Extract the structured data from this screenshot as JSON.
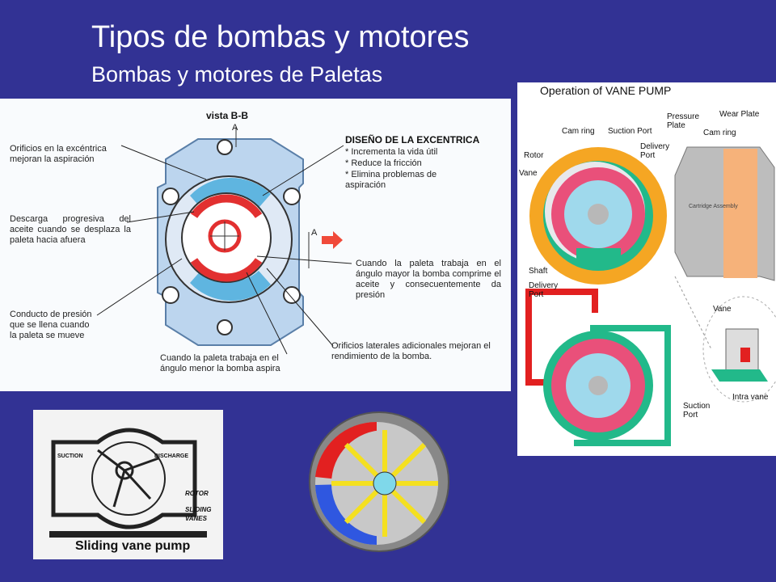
{
  "slide": {
    "title": "Tipos de bombas y motores",
    "subtitle": "Bombas y motores de Paletas"
  },
  "main_diagram": {
    "view_label": "vista B-B",
    "section_mark": "A",
    "section_mark_right": "A",
    "left_labels": [
      "Orificios en la excéntrica mejoran la aspiración",
      "Descarga progresiva del aceite cuando se desplaza la paleta hacia afuera",
      "Conducto de presión que se llena cuando la paleta se mueve"
    ],
    "design_title": "DISEÑO DE LA EXCENTRICA",
    "design_items": [
      "*  Incrementa la vida útil",
      "*  Reduce la fricción",
      "*  Elimina problemas de aspiración"
    ],
    "right_labels": [
      "Cuando la paleta trabaja en el ángulo mayor la bomba comprime el aceite y consecuentemente da presión",
      "Orificios laterales adicionales mejoran el rendimiento de la bomba."
    ],
    "bottom_label": "Cuando la paleta trabaja en el ángulo menor la bomba aspira"
  },
  "vane_pump_diagram": {
    "title": "Operation of  VANE PUMP",
    "labels": {
      "cam_ring": "Cam ring",
      "suction_port_top": "Suction Port",
      "pressure_plate": "Pressure Plate",
      "wear_plate": "Wear Plate",
      "cam_ring_right": "Cam ring",
      "rotor": "Rotor",
      "delivery_port_top": "Delivery Port",
      "vane": "Vane",
      "cartridge": "Cartridge Assembly",
      "shaft": "Shaft",
      "delivery_port_bottom": "Delivery Port",
      "vane_detail": "Vane",
      "intra_vane": "Intra vane",
      "suction_port_bottom": "Suction Port"
    }
  },
  "sliding_diagram": {
    "caption": "Sliding vane pump",
    "labels": [
      "SUCTION",
      "DISCHARGE",
      "ROTOR",
      "SLIDING VANES"
    ]
  },
  "colors": {
    "background": "#323294",
    "red": "#e23030",
    "blue": "#2f6fe0",
    "yellow": "#f4e020",
    "cyan": "#7fd8ea",
    "green": "#22b98a",
    "orange": "#f5a623"
  }
}
